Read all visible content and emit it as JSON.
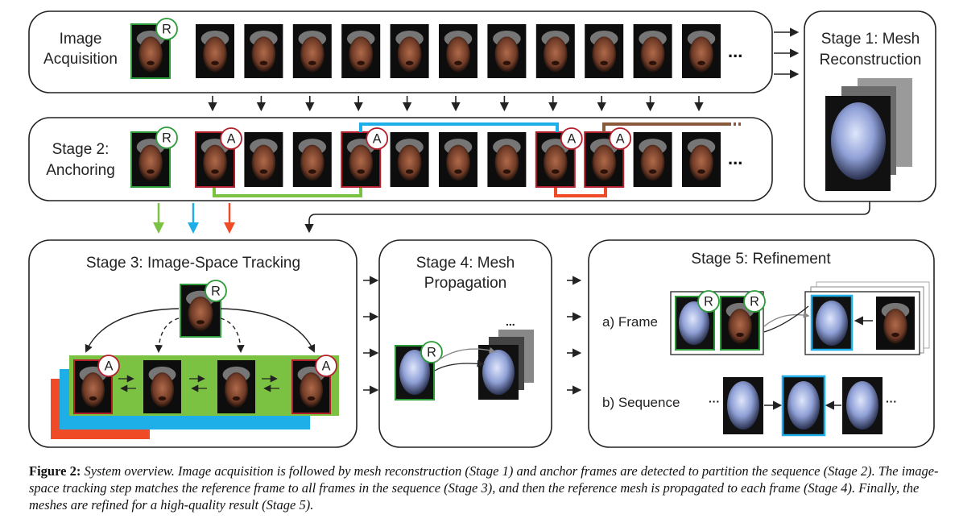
{
  "stage_labels": {
    "image_acquisition_1": "Image",
    "image_acquisition_2": "Acquisition",
    "stage1_1": "Stage 1: Mesh",
    "stage1_2": "Reconstruction",
    "stage2_1": "Stage 2:",
    "stage2_2": "Anchoring",
    "stage3": "Stage 3: Image-Space Tracking",
    "stage4_1": "Stage 4: Mesh",
    "stage4_2": "Propagation",
    "stage5": "Stage 5: Refinement",
    "frame": "a) Frame",
    "sequence": "b) Sequence"
  },
  "badges": {
    "reference": "R",
    "anchor": "A"
  },
  "ellipsis": "...",
  "ellipsis_short": "···",
  "colors": {
    "reference": "#2e9b3a",
    "anchor": "#b3202c",
    "green": "#7cc242",
    "blue": "#1eaee8",
    "red": "#ef4b27",
    "brown": "#8a5a3c",
    "mesh": "#8fa0d6"
  },
  "caption": {
    "label": "Figure 2:",
    "text": "System overview. Image acquisition is followed by mesh reconstruction (Stage 1) and anchor frames are detected to partition the sequence (Stage 2). The image-space tracking step matches the reference frame to all frames in the sequence (Stage 3), and then the reference mesh is propagated to each frame (Stage 4). Finally, the meshes are refined for a high-quality result (Stage 5)."
  }
}
